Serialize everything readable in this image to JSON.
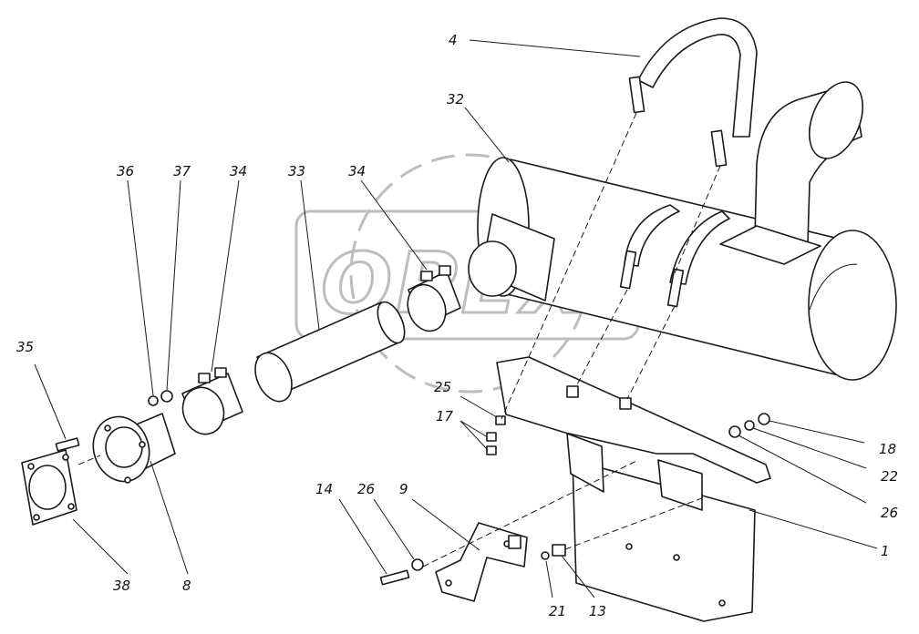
{
  "diagram": {
    "watermark_text": "OPEX",
    "callouts": {
      "c4": "4",
      "c32": "32",
      "c36": "36",
      "c37": "37",
      "c34a": "34",
      "c33": "33",
      "c34b": "34",
      "c35": "35",
      "c25": "25",
      "c17": "17",
      "c14": "14",
      "c26a": "26",
      "c9": "9",
      "c38": "38",
      "c8": "8",
      "c21": "21",
      "c13": "13",
      "c18": "18",
      "c22": "22",
      "c26b": "26",
      "c1": "1"
    }
  }
}
